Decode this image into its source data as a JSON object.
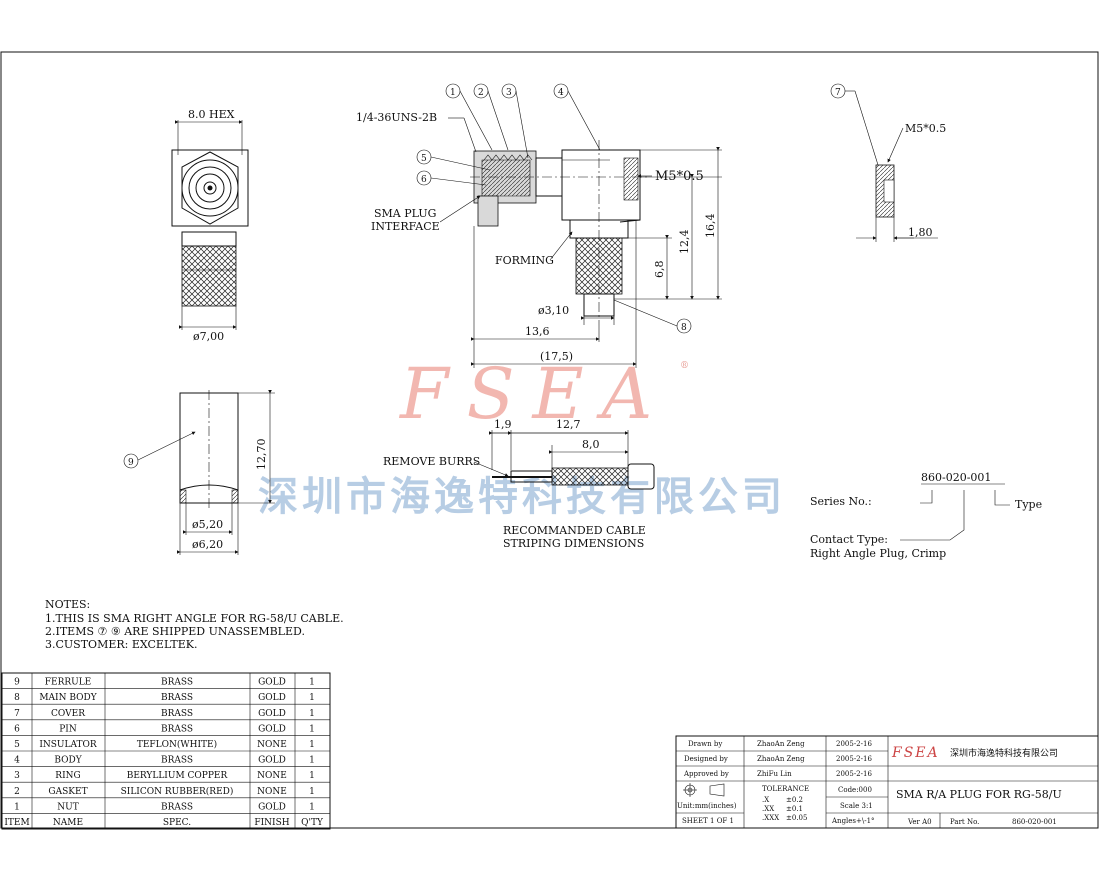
{
  "watermark": {
    "logo": "FSEA",
    "company_cn": "深圳市海逸特科技有限公司",
    "registered": "®"
  },
  "views": {
    "front": {
      "hex": "8.0 HEX",
      "dia": "ø7,00"
    },
    "ferrule": {
      "balloon": "9",
      "len": "12,70",
      "d_in": "ø5,20",
      "d_out": "ø6,20"
    },
    "side": {
      "thread": "1/4-36UNS-2B",
      "balloons": [
        "1",
        "2",
        "3",
        "4",
        "5",
        "6",
        "8"
      ],
      "m5": "M5*0.5",
      "interface": [
        "SMA PLUG",
        "INTERFACE"
      ],
      "forming": "FORMING",
      "d310": "ø3,10",
      "d136": "13,6",
      "d175": "(17,5)",
      "d68": "6,8",
      "d124": "12,4",
      "d164": "16,4"
    },
    "cover": {
      "balloon": "7",
      "m5": "M5*0.5",
      "w": "1,80"
    },
    "strip": {
      "d19": "1,9",
      "d127": "12,7",
      "d80": "8,0",
      "burrs": "REMOVE BURRS",
      "cap1": "RECOMMANDED CABLE",
      "cap2": "STRIPING DIMENSIONS"
    }
  },
  "series": {
    "label": "Series No.:",
    "pn": "860-020-001",
    "type": "Type",
    "ct": "Contact Type:",
    "ct_val": "Right Angle Plug, Crimp"
  },
  "notes": {
    "title": "NOTES:",
    "items": [
      "1.THIS IS SMA RIGHT ANGLE FOR RG-58/U CABLE.",
      "2.ITEMS ⑦ ⑨ ARE SHIPPED UNASSEMBLED.",
      "3.CUSTOMER: EXCELTEK."
    ]
  },
  "bom": {
    "headers": [
      "ITEM",
      "NAME",
      "SPEC.",
      "FINISH",
      "Q'TY"
    ],
    "rows": [
      [
        "9",
        "FERRULE",
        "BRASS",
        "GOLD",
        "1"
      ],
      [
        "8",
        "MAIN BODY",
        "BRASS",
        "GOLD",
        "1"
      ],
      [
        "7",
        "COVER",
        "BRASS",
        "GOLD",
        "1"
      ],
      [
        "6",
        "PIN",
        "BRASS",
        "GOLD",
        "1"
      ],
      [
        "5",
        "INSULATOR",
        "TEFLON(WHITE)",
        "NONE",
        "1"
      ],
      [
        "4",
        "BODY",
        "BRASS",
        "GOLD",
        "1"
      ],
      [
        "3",
        "RING",
        "BERYLLIUM COPPER",
        "NONE",
        "1"
      ],
      [
        "2",
        "GASKET",
        "SILICON RUBBER(RED)",
        "NONE",
        "1"
      ],
      [
        "1",
        "NUT",
        "BRASS",
        "GOLD",
        "1"
      ]
    ]
  },
  "title_block": {
    "drawn_l": "Drawn   by",
    "drawn_v": "ZhaoAn Zeng",
    "drawn_d": "2005-2-16",
    "designed_l": "Designed by",
    "designed_v": "ZhaoAn Zeng",
    "designed_d": "2005-2-16",
    "approved_l": "Approved by",
    "approved_v": "ZhiFu Lin",
    "approved_d": "2005-2-16",
    "tolerance": "TOLERANCE",
    "tx": ".X",
    "txv": "±0.2",
    "txx": ".XX",
    "txxv": "±0.1",
    "txxx": ".XXX",
    "txxxv": "±0.05",
    "units": "Unit:mm(inches)",
    "sheet": "SHEET 1 OF 1",
    "code": "Code:000",
    "scale": "Scale 3:1",
    "angles": "Angles+\\-1°",
    "logo": "FSEA",
    "company": "深圳市海逸特科技有限公司",
    "title": "SMA R/A PLUG FOR RG-58/U",
    "ver": "Ver A0",
    "part_l": "Part No.",
    "part_v": "860-020-001"
  }
}
